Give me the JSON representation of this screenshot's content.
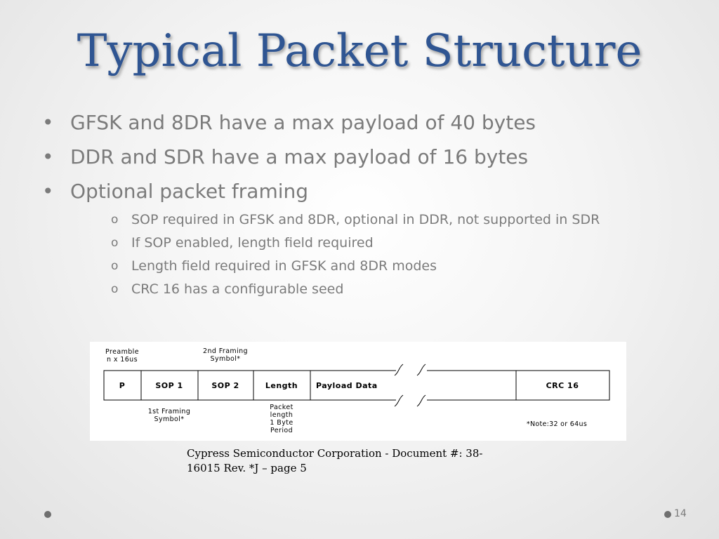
{
  "title": "Typical Packet Structure",
  "bullets": [
    "GFSK and 8DR have a max payload of 40 bytes",
    "DDR and SDR have a max payload of 16 bytes",
    "Optional packet framing"
  ],
  "subbullets": [
    "SOP required in GFSK and 8DR, optional in DDR, not supported in SDR",
    "If SOP enabled, length field required",
    "Length field required in GFSK and 8DR modes",
    "CRC 16 has a configurable seed"
  ],
  "diagram": {
    "fields": [
      "P",
      "SOP 1",
      "SOP 2",
      "Length",
      "Payload Data",
      "CRC 16"
    ],
    "preamble_note": [
      "Preamble",
      "n x 16us"
    ],
    "second_framing_note": [
      "2nd Framing",
      "Symbol*"
    ],
    "first_framing_note": [
      "1st Framing",
      "Symbol*"
    ],
    "packet_length_note": [
      "Packet",
      "length",
      "1 Byte",
      "Period"
    ],
    "footnote": "*Note:32 or 64us"
  },
  "caption": "Cypress Semiconductor Corporation - Document #: 38-16015 Rev. *J – page 5",
  "page_number": "14"
}
